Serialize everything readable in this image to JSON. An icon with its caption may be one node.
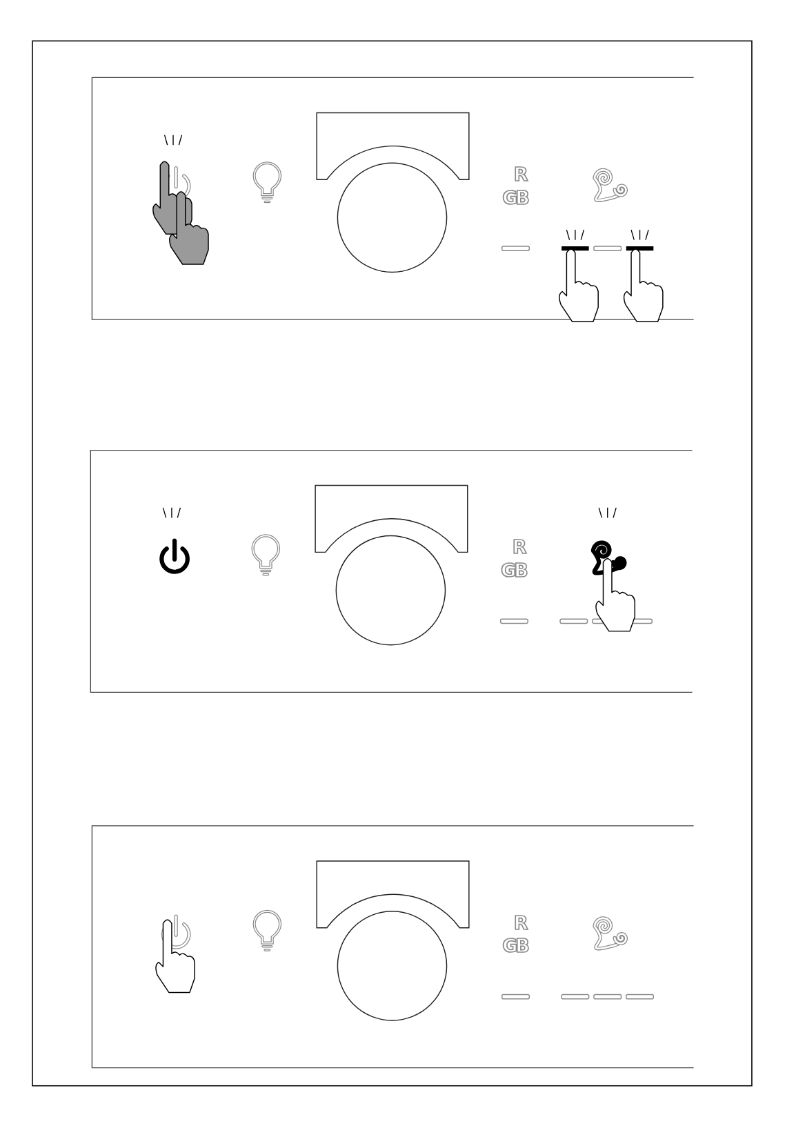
{
  "diagram": {
    "labels": [
      "R",
      "GB",
      "R",
      "GB",
      "R",
      "GB"
    ]
  }
}
